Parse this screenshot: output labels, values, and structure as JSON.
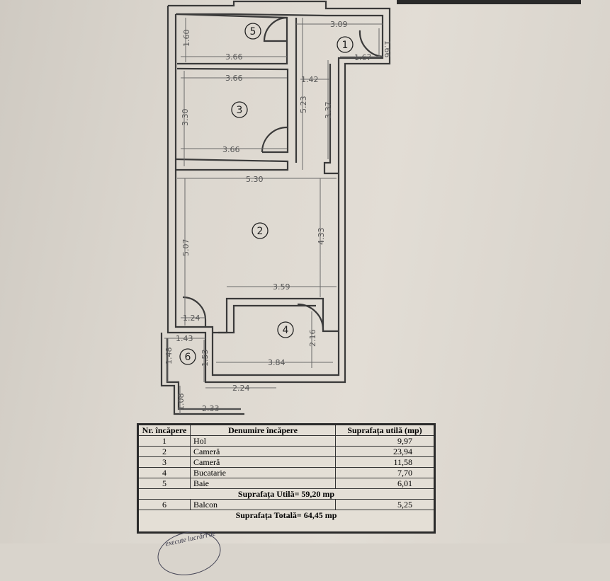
{
  "plan": {
    "rooms": [
      "1",
      "2",
      "3",
      "4",
      "5",
      "6"
    ],
    "dimensions": {
      "hol_width": "3.09",
      "hol_door": "1.66",
      "hol_small": "1.67",
      "hol_corridor": "1.42",
      "hol_len": "5.23",
      "hol_len2": "3.37",
      "baie_h": "1.60",
      "baie_w": "3.66",
      "cam3_top": "3.66",
      "cam3_h": "3.30",
      "cam3_bottom": "3.66",
      "cam2_top": "5.30",
      "cam2_right": "4.33",
      "cam2_left": "5.07",
      "cam2_bottom": "3.59",
      "door_124": "1.24",
      "bal_143": "1.43",
      "bal_148": "1.48",
      "bal_153": "1.53",
      "buc_h": "2.16",
      "buc_w": "3.84",
      "bal_224": "2.24",
      "bal_108": "1.08",
      "bal_233": "2.33"
    }
  },
  "table": {
    "headers": [
      "Nr. încăpere",
      "Denumire încăpere",
      "Suprafața utilă (mp)"
    ],
    "rows": [
      {
        "nr": "1",
        "name": "Hol",
        "area": "9,97"
      },
      {
        "nr": "2",
        "name": "Cameră",
        "area": "23,94"
      },
      {
        "nr": "3",
        "name": "Cameră",
        "area": "11,58"
      },
      {
        "nr": "4",
        "name": "Bucatarie",
        "area": "7,70"
      },
      {
        "nr": "5",
        "name": "Baie",
        "area": "6,01"
      }
    ],
    "useful_total": "Suprafața Utilă= 59,20 mp",
    "balcony": {
      "nr": "6",
      "name": "Balcon",
      "area": "5,25"
    },
    "grand_total": "Suprafața Totală= 64,45 mp"
  },
  "stamp_text": "execute lucrări de"
}
